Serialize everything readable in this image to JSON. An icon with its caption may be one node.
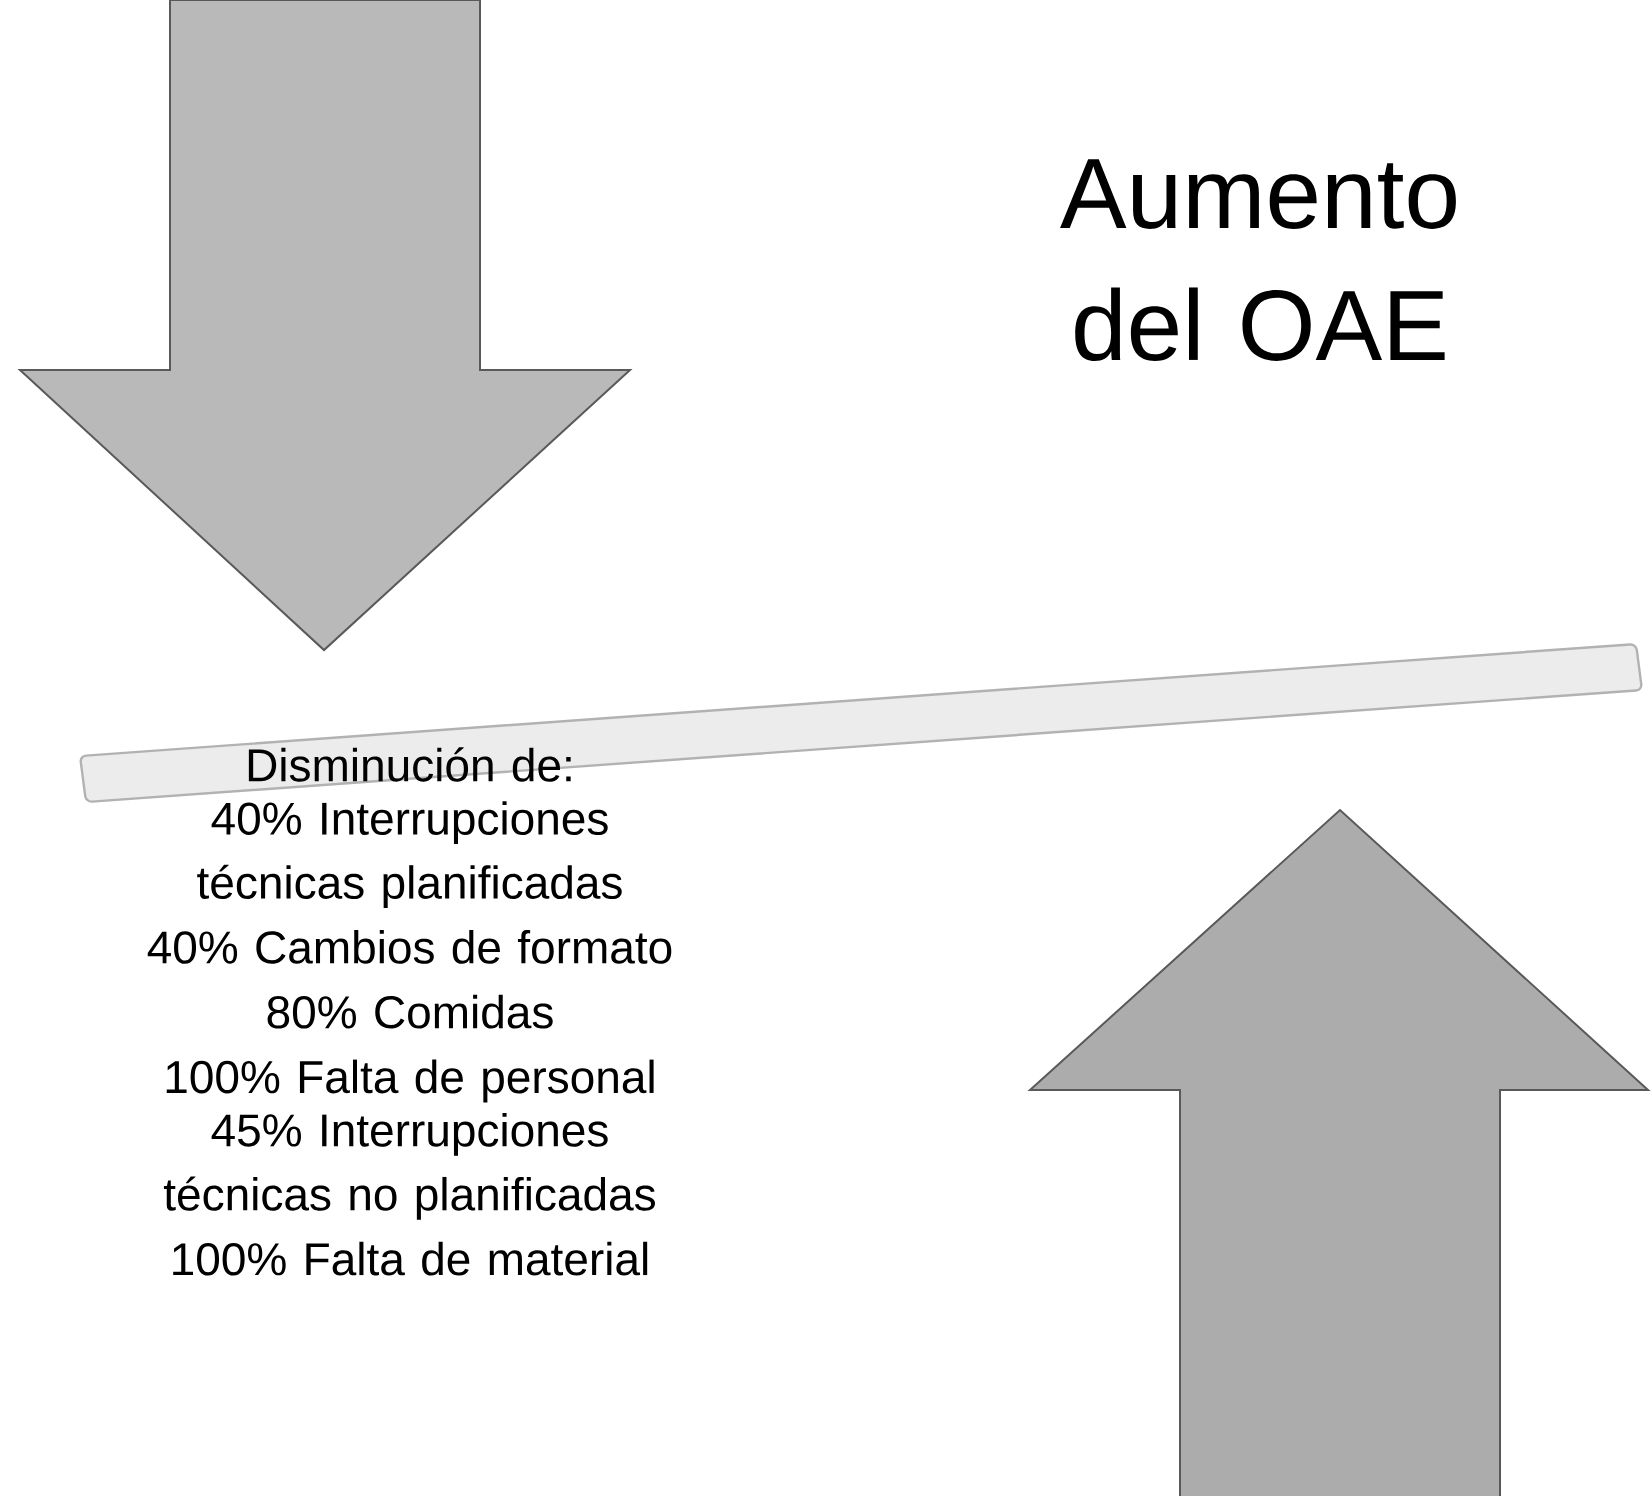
{
  "diagram": {
    "labels": [
      "Aumento del OAE",
      "Disminución de:",
      "40% Interrupciones técnicas planificadas",
      "40% Cambios de formato",
      "80% Comidas",
      "100% Falta de personal",
      "45% Interrupciones técnicas no planificadas",
      "100% Falta de material"
    ]
  }
}
